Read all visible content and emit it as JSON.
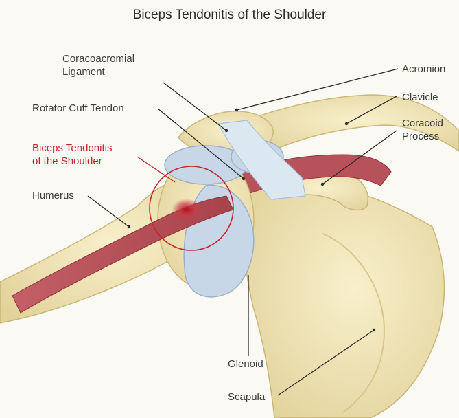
{
  "title": "Biceps Tendonitis of the Shoulder",
  "labels": {
    "coracoacromial": [
      "Coracoacromial",
      "Ligament"
    ],
    "rotator_cuff": "Rotator Cuff Tendon",
    "biceps": [
      "Biceps Tendonitis",
      "of the Shoulder"
    ],
    "humerus": "Humerus",
    "acromion": "Acromion",
    "clavicle": "Clavicle",
    "coracoid": [
      "Coracoid",
      "Process"
    ],
    "glenoid": "Glenoid",
    "scapula": "Scapula"
  },
  "colors": {
    "bone": "#f1e6b8",
    "bone_edge": "#c9b777",
    "muscle": "#b8525a",
    "cartilage": "#c8d7e8",
    "ligament": "#dbe8f2",
    "highlight": "#c4232e"
  }
}
